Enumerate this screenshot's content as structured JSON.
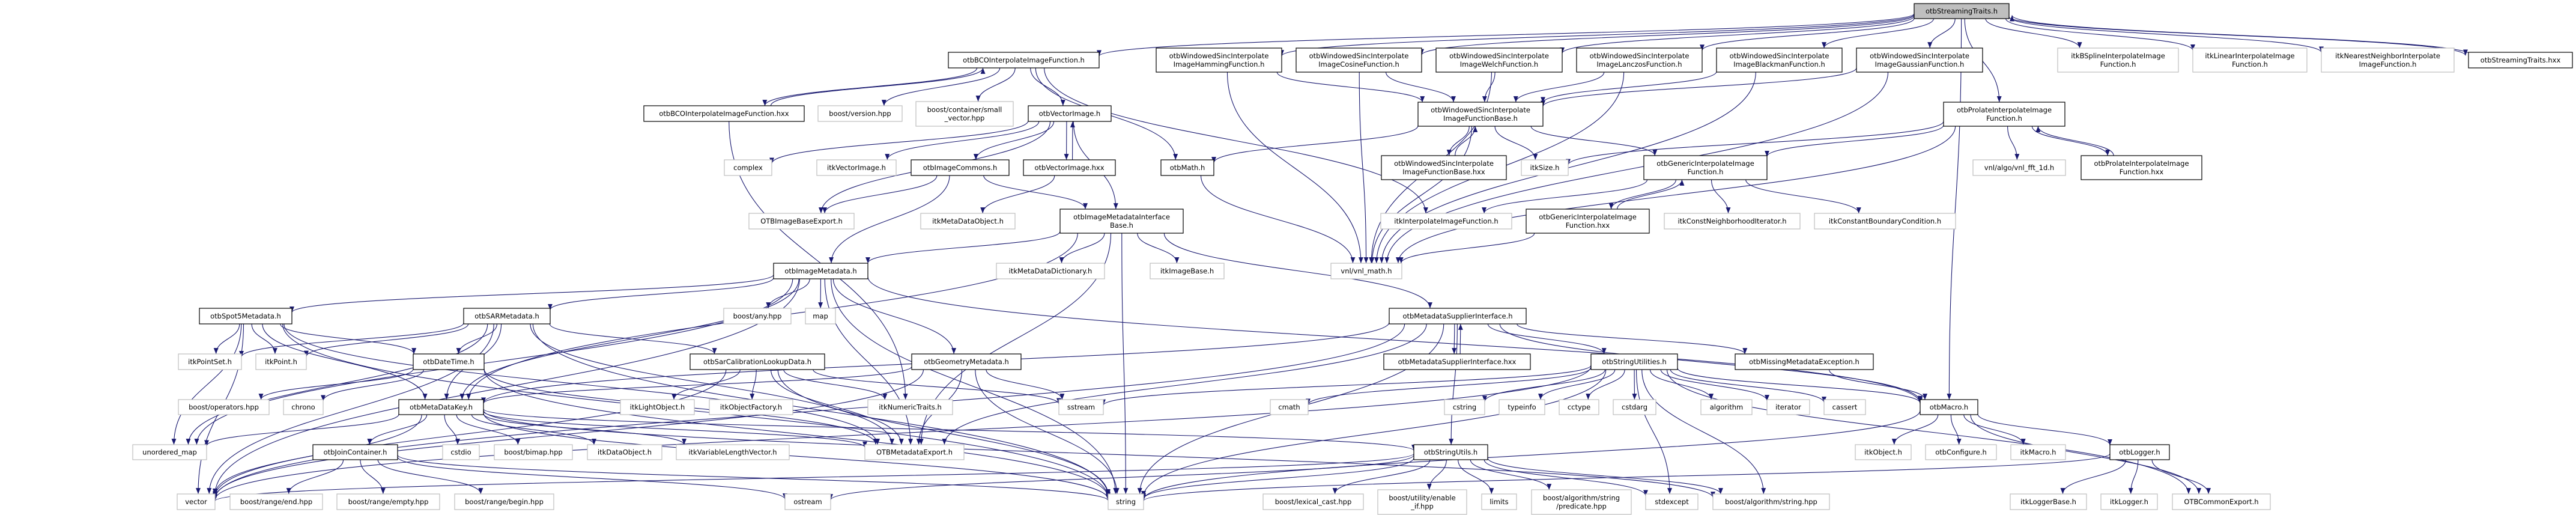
{
  "colors": {
    "edge": "#191970",
    "documented_border": "#000000",
    "external_border": "#bfbfbf",
    "root_fill": "#bfbfbf",
    "background": "#ffffff"
  },
  "nodes": [
    {
      "id": "root",
      "label": [
        "otbStreamingTraits.h"
      ],
      "kind": "root"
    },
    {
      "id": "sthxx",
      "label": [
        "otbStreamingTraits.hxx"
      ],
      "kind": "doc"
    },
    {
      "id": "bco",
      "label": [
        "otbBCOInterpolateImageFunction.h"
      ],
      "kind": "doc"
    },
    {
      "id": "bcohxx",
      "label": [
        "otbBCOInterpolateImageFunction.hxx"
      ],
      "kind": "doc"
    },
    {
      "id": "boostver",
      "label": [
        "boost/version.hpp"
      ],
      "kind": "ext"
    },
    {
      "id": "smallvec",
      "label": [
        "boost/container/small",
        "_vector.hpp"
      ],
      "kind": "ext"
    },
    {
      "id": "vecimg",
      "label": [
        "otbVectorImage.h"
      ],
      "kind": "doc"
    },
    {
      "id": "hamming",
      "label": [
        "otbWindowedSincInterpolate",
        "ImageHammingFunction.h"
      ],
      "kind": "doc"
    },
    {
      "id": "cosine",
      "label": [
        "otbWindowedSincInterpolate",
        "ImageCosineFunction.h"
      ],
      "kind": "doc"
    },
    {
      "id": "welch",
      "label": [
        "otbWindowedSincInterpolate",
        "ImageWelchFunction.h"
      ],
      "kind": "doc"
    },
    {
      "id": "lanczos",
      "label": [
        "otbWindowedSincInterpolate",
        "ImageLanczosFunction.h"
      ],
      "kind": "doc"
    },
    {
      "id": "blackman",
      "label": [
        "otbWindowedSincInterpolate",
        "ImageBlackmanFunction.h"
      ],
      "kind": "doc"
    },
    {
      "id": "gaussian",
      "label": [
        "otbWindowedSincInterpolate",
        "ImageGaussianFunction.h"
      ],
      "kind": "doc"
    },
    {
      "id": "bspline",
      "label": [
        "itkBSplineInterpolateImage",
        "Function.h"
      ],
      "kind": "ext"
    },
    {
      "id": "linear",
      "label": [
        "itkLinearInterpolateImage",
        "Function.h"
      ],
      "kind": "ext"
    },
    {
      "id": "nn",
      "label": [
        "itkNearestNeighborInterpolate",
        "ImageFunction.h"
      ],
      "kind": "ext"
    },
    {
      "id": "wsbase",
      "label": [
        "otbWindowedSincInterpolate",
        "ImageFunctionBase.h"
      ],
      "kind": "doc"
    },
    {
      "id": "prolate",
      "label": [
        "otbProlateInterpolateImage",
        "Function.h"
      ],
      "kind": "doc"
    },
    {
      "id": "complex",
      "label": [
        "complex"
      ],
      "kind": "ext"
    },
    {
      "id": "itkvecimg",
      "label": [
        "itkVectorImage.h"
      ],
      "kind": "ext"
    },
    {
      "id": "imgcommons",
      "label": [
        "otbImageCommons.h"
      ],
      "kind": "doc"
    },
    {
      "id": "vecimghxx",
      "label": [
        "otbVectorImage.hxx"
      ],
      "kind": "doc"
    },
    {
      "id": "math",
      "label": [
        "otbMath.h"
      ],
      "kind": "doc"
    },
    {
      "id": "wsbasehxx",
      "label": [
        "otbWindowedSincInterpolate",
        "ImageFunctionBase.hxx"
      ],
      "kind": "doc"
    },
    {
      "id": "itksize",
      "label": [
        "itkSize.h"
      ],
      "kind": "ext"
    },
    {
      "id": "generic",
      "label": [
        "otbGenericInterpolateImage",
        "Function.h"
      ],
      "kind": "doc"
    },
    {
      "id": "fft",
      "label": [
        "vnl/algo/vnl_fft_1d.h"
      ],
      "kind": "ext"
    },
    {
      "id": "prolatehxx",
      "label": [
        "otbProlateInterpolateImage",
        "Function.hxx"
      ],
      "kind": "doc"
    },
    {
      "id": "imgbaseexport",
      "label": [
        "OTBImageBaseExport.h"
      ],
      "kind": "ext"
    },
    {
      "id": "mdobj",
      "label": [
        "itkMetaDataObject.h"
      ],
      "kind": "ext"
    },
    {
      "id": "imdib",
      "label": [
        "otbImageMetadataInterface",
        "Base.h"
      ],
      "kind": "doc"
    },
    {
      "id": "itkinterp",
      "label": [
        "itkInterpolateImageFunction.h"
      ],
      "kind": "ext"
    },
    {
      "id": "generichxx",
      "label": [
        "otbGenericInterpolateImage",
        "Function.hxx"
      ],
      "kind": "doc"
    },
    {
      "id": "cni",
      "label": [
        "itkConstNeighborhoodIterator.h"
      ],
      "kind": "ext"
    },
    {
      "id": "cbc",
      "label": [
        "itkConstantBoundaryCondition.h"
      ],
      "kind": "ext"
    },
    {
      "id": "imgmd",
      "label": [
        "otbImageMetadata.h"
      ],
      "kind": "doc"
    },
    {
      "id": "mddict",
      "label": [
        "itkMetaDataDictionary.h"
      ],
      "kind": "ext"
    },
    {
      "id": "imgbase",
      "label": [
        "itkImageBase.h"
      ],
      "kind": "ext"
    },
    {
      "id": "vnlmath",
      "label": [
        "vnl/vnl_math.h"
      ],
      "kind": "ext"
    },
    {
      "id": "spot5",
      "label": [
        "otbSpot5Metadata.h"
      ],
      "kind": "doc"
    },
    {
      "id": "sar",
      "label": [
        "otbSARMetadata.h"
      ],
      "kind": "doc"
    },
    {
      "id": "boostany",
      "label": [
        "boost/any.hpp"
      ],
      "kind": "ext"
    },
    {
      "id": "map",
      "label": [
        "map"
      ],
      "kind": "ext"
    },
    {
      "id": "msi",
      "label": [
        "otbMetadataSupplierInterface.h"
      ],
      "kind": "doc"
    },
    {
      "id": "pointset",
      "label": [
        "itkPointSet.h"
      ],
      "kind": "ext"
    },
    {
      "id": "point",
      "label": [
        "itkPoint.h"
      ],
      "kind": "ext"
    },
    {
      "id": "datetime",
      "label": [
        "otbDateTime.h"
      ],
      "kind": "doc"
    },
    {
      "id": "sarcal",
      "label": [
        "otbSarCalibrationLookupData.h"
      ],
      "kind": "doc"
    },
    {
      "id": "geom",
      "label": [
        "otbGeometryMetadata.h"
      ],
      "kind": "doc"
    },
    {
      "id": "msihxx",
      "label": [
        "otbMetadataSupplierInterface.hxx"
      ],
      "kind": "doc"
    },
    {
      "id": "strutilities",
      "label": [
        "otbStringUtilities.h"
      ],
      "kind": "doc"
    },
    {
      "id": "missing",
      "label": [
        "otbMissingMetadataException.h"
      ],
      "kind": "doc"
    },
    {
      "id": "operators",
      "label": [
        "boost/operators.hpp"
      ],
      "kind": "ext"
    },
    {
      "id": "chrono",
      "label": [
        "chrono"
      ],
      "kind": "ext"
    },
    {
      "id": "mdk",
      "label": [
        "otbMetaDataKey.h"
      ],
      "kind": "doc"
    },
    {
      "id": "lightobj",
      "label": [
        "itkLightObject.h"
      ],
      "kind": "ext"
    },
    {
      "id": "objfactory",
      "label": [
        "itkObjectFactory.h"
      ],
      "kind": "ext"
    },
    {
      "id": "numtraits",
      "label": [
        "itkNumericTraits.h"
      ],
      "kind": "ext"
    },
    {
      "id": "sstream",
      "label": [
        "sstream"
      ],
      "kind": "ext"
    },
    {
      "id": "cmath",
      "label": [
        "cmath"
      ],
      "kind": "ext"
    },
    {
      "id": "cstring",
      "label": [
        "cstring"
      ],
      "kind": "ext"
    },
    {
      "id": "typeinfo",
      "label": [
        "typeinfo"
      ],
      "kind": "ext"
    },
    {
      "id": "cctype",
      "label": [
        "cctype"
      ],
      "kind": "ext"
    },
    {
      "id": "cstdarg",
      "label": [
        "cstdarg"
      ],
      "kind": "ext"
    },
    {
      "id": "algorithm",
      "label": [
        "algorithm"
      ],
      "kind": "ext"
    },
    {
      "id": "iterator",
      "label": [
        "iterator"
      ],
      "kind": "ext"
    },
    {
      "id": "cassert",
      "label": [
        "cassert"
      ],
      "kind": "ext"
    },
    {
      "id": "macro",
      "label": [
        "otbMacro.h"
      ],
      "kind": "doc"
    },
    {
      "id": "umap",
      "label": [
        "unordered_map"
      ],
      "kind": "ext"
    },
    {
      "id": "join",
      "label": [
        "otbJoinContainer.h"
      ],
      "kind": "doc"
    },
    {
      "id": "cstdio",
      "label": [
        "cstdio"
      ],
      "kind": "ext"
    },
    {
      "id": "bimap",
      "label": [
        "boost/bimap.hpp"
      ],
      "kind": "ext"
    },
    {
      "id": "dataobj",
      "label": [
        "itkDataObject.h"
      ],
      "kind": "ext"
    },
    {
      "id": "varlen",
      "label": [
        "itkVariableLengthVector.h"
      ],
      "kind": "ext"
    },
    {
      "id": "mdexport",
      "label": [
        "OTBMetadataExport.h"
      ],
      "kind": "ext"
    },
    {
      "id": "strutils",
      "label": [
        "otbStringUtils.h"
      ],
      "kind": "doc"
    },
    {
      "id": "itkobject",
      "label": [
        "itkObject.h"
      ],
      "kind": "ext"
    },
    {
      "id": "configure",
      "label": [
        "otbConfigure.h"
      ],
      "kind": "ext"
    },
    {
      "id": "itkmacro",
      "label": [
        "itkMacro.h"
      ],
      "kind": "ext"
    },
    {
      "id": "logger",
      "label": [
        "otbLogger.h"
      ],
      "kind": "doc"
    },
    {
      "id": "vector",
      "label": [
        "vector"
      ],
      "kind": "ext"
    },
    {
      "id": "rend",
      "label": [
        "boost/range/end.hpp"
      ],
      "kind": "ext"
    },
    {
      "id": "rempty",
      "label": [
        "boost/range/empty.hpp"
      ],
      "kind": "ext"
    },
    {
      "id": "rbegin",
      "label": [
        "boost/range/begin.hpp"
      ],
      "kind": "ext"
    },
    {
      "id": "ostream",
      "label": [
        "ostream"
      ],
      "kind": "ext"
    },
    {
      "id": "string",
      "label": [
        "string"
      ],
      "kind": "ext"
    },
    {
      "id": "lexcast",
      "label": [
        "boost/lexical_cast.hpp"
      ],
      "kind": "ext"
    },
    {
      "id": "enableif",
      "label": [
        "boost/utility/enable",
        "_if.hpp"
      ],
      "kind": "ext"
    },
    {
      "id": "limits",
      "label": [
        "limits"
      ],
      "kind": "ext"
    },
    {
      "id": "predicate",
      "label": [
        "boost/algorithm/string",
        "/predicate.hpp"
      ],
      "kind": "ext"
    },
    {
      "id": "stdexcept",
      "label": [
        "stdexcept"
      ],
      "kind": "ext"
    },
    {
      "id": "algostring",
      "label": [
        "boost/algorithm/string.hpp"
      ],
      "kind": "ext"
    },
    {
      "id": "loggerbase",
      "label": [
        "itkLoggerBase.h"
      ],
      "kind": "ext"
    },
    {
      "id": "itklogger",
      "label": [
        "itkLogger.h"
      ],
      "kind": "ext"
    },
    {
      "id": "commonexport",
      "label": [
        "OTBCommonExport.h"
      ],
      "kind": "ext"
    }
  ],
  "edges": [
    [
      "root",
      "bco"
    ],
    [
      "root",
      "hamming"
    ],
    [
      "root",
      "cosine"
    ],
    [
      "root",
      "welch"
    ],
    [
      "root",
      "lanczos"
    ],
    [
      "root",
      "blackman"
    ],
    [
      "root",
      "gaussian"
    ],
    [
      "root",
      "prolate"
    ],
    [
      "root",
      "bspline"
    ],
    [
      "root",
      "linear"
    ],
    [
      "root",
      "nn"
    ],
    [
      "root",
      "sthxx"
    ],
    [
      "root",
      "macro"
    ],
    [
      "sthxx",
      "root"
    ],
    [
      "bco",
      "bcohxx"
    ],
    [
      "bcohxx",
      "bco"
    ],
    [
      "bco",
      "boostver"
    ],
    [
      "bco",
      "smallvec"
    ],
    [
      "bco",
      "vecimg"
    ],
    [
      "bco",
      "math"
    ],
    [
      "bco",
      "itkinterp"
    ],
    [
      "bcohxx",
      "numtraits"
    ],
    [
      "vecimg",
      "complex"
    ],
    [
      "vecimg",
      "itkvecimg"
    ],
    [
      "vecimg",
      "imgcommons"
    ],
    [
      "vecimg",
      "vecimghxx"
    ],
    [
      "vecimghxx",
      "vecimg"
    ],
    [
      "vecimg",
      "imdib"
    ],
    [
      "vecimg",
      "imgbaseexport"
    ],
    [
      "vecimghxx",
      "mdobj"
    ],
    [
      "imgcommons",
      "imgbaseexport"
    ],
    [
      "imgcommons",
      "imgmd"
    ],
    [
      "imgcommons",
      "imdib"
    ],
    [
      "math",
      "vnlmath"
    ],
    [
      "hamming",
      "wsbase"
    ],
    [
      "hamming",
      "vnlmath"
    ],
    [
      "cosine",
      "wsbase"
    ],
    [
      "cosine",
      "vnlmath"
    ],
    [
      "welch",
      "wsbase"
    ],
    [
      "welch",
      "vnlmath"
    ],
    [
      "lanczos",
      "wsbase"
    ],
    [
      "lanczos",
      "vnlmath"
    ],
    [
      "blackman",
      "wsbase"
    ],
    [
      "blackman",
      "vnlmath"
    ],
    [
      "gaussian",
      "wsbase"
    ],
    [
      "gaussian",
      "vnlmath"
    ],
    [
      "wsbase",
      "wsbasehxx"
    ],
    [
      "wsbasehxx",
      "wsbase"
    ],
    [
      "wsbase",
      "itksize"
    ],
    [
      "wsbase",
      "generic"
    ],
    [
      "wsbase",
      "math"
    ],
    [
      "wsbase",
      "vnlmath"
    ],
    [
      "generic",
      "generichxx"
    ],
    [
      "generichxx",
      "generic"
    ],
    [
      "generic",
      "itkinterp"
    ],
    [
      "generic",
      "cni"
    ],
    [
      "generic",
      "cbc"
    ],
    [
      "generichxx",
      "vnlmath"
    ],
    [
      "prolate",
      "generic"
    ],
    [
      "prolate",
      "prolatehxx"
    ],
    [
      "prolatehxx",
      "prolate"
    ],
    [
      "prolate",
      "fft"
    ],
    [
      "prolate",
      "itksize"
    ],
    [
      "prolate",
      "vnlmath"
    ],
    [
      "imdib",
      "imgmd"
    ],
    [
      "imdib",
      "mddict"
    ],
    [
      "imdib",
      "imgbase"
    ],
    [
      "imdib",
      "msi"
    ],
    [
      "imdib",
      "mdexport"
    ],
    [
      "imdib",
      "string"
    ],
    [
      "imdib",
      "mdk"
    ],
    [
      "imgmd",
      "boostany"
    ],
    [
      "imgmd",
      "map"
    ],
    [
      "imgmd",
      "geom"
    ],
    [
      "imgmd",
      "spot5"
    ],
    [
      "imgmd",
      "sar"
    ],
    [
      "imgmd",
      "mdk"
    ],
    [
      "imgmd",
      "vector"
    ],
    [
      "imgmd",
      "umap"
    ],
    [
      "imgmd",
      "string"
    ],
    [
      "imgmd",
      "mdexport"
    ],
    [
      "imgmd",
      "macro"
    ],
    [
      "spot5",
      "pointset"
    ],
    [
      "spot5",
      "point"
    ],
    [
      "spot5",
      "datetime"
    ],
    [
      "spot5",
      "mdk"
    ],
    [
      "spot5",
      "mdexport"
    ],
    [
      "spot5",
      "vector"
    ],
    [
      "spot5",
      "umap"
    ],
    [
      "spot5",
      "string"
    ],
    [
      "sar",
      "pointset"
    ],
    [
      "sar",
      "point"
    ],
    [
      "sar",
      "datetime"
    ],
    [
      "sar",
      "mdk"
    ],
    [
      "sar",
      "sarcal"
    ],
    [
      "sar",
      "vector"
    ],
    [
      "sar",
      "umap"
    ],
    [
      "sar",
      "string"
    ],
    [
      "sar",
      "mdexport"
    ],
    [
      "datetime",
      "operators"
    ],
    [
      "datetime",
      "chrono"
    ],
    [
      "datetime",
      "mdexport"
    ],
    [
      "datetime",
      "string"
    ],
    [
      "mdk",
      "umap"
    ],
    [
      "mdk",
      "vector"
    ],
    [
      "mdk",
      "join"
    ],
    [
      "mdk",
      "cstdio"
    ],
    [
      "mdk",
      "bimap"
    ],
    [
      "mdk",
      "dataobj"
    ],
    [
      "mdk",
      "varlen"
    ],
    [
      "mdk",
      "mdexport"
    ],
    [
      "mdk",
      "string"
    ],
    [
      "mdk",
      "strutils"
    ],
    [
      "mdk",
      "algostring"
    ],
    [
      "join",
      "rend"
    ],
    [
      "join",
      "rempty"
    ],
    [
      "join",
      "rbegin"
    ],
    [
      "join",
      "string"
    ],
    [
      "join",
      "ostream"
    ],
    [
      "sarcal",
      "lightobj"
    ],
    [
      "sarcal",
      "objfactory"
    ],
    [
      "sarcal",
      "numtraits"
    ],
    [
      "sarcal",
      "mdexport"
    ],
    [
      "sarcal",
      "string"
    ],
    [
      "sarcal",
      "sstream"
    ],
    [
      "sarcal",
      "vector"
    ],
    [
      "geom",
      "sstream"
    ],
    [
      "geom",
      "mdexport"
    ],
    [
      "geom",
      "string"
    ],
    [
      "geom",
      "mdk"
    ],
    [
      "geom",
      "vector"
    ],
    [
      "msi",
      "msihxx"
    ],
    [
      "msihxx",
      "msi"
    ],
    [
      "msi",
      "strutilities"
    ],
    [
      "msi",
      "missing"
    ],
    [
      "msi",
      "mdk"
    ],
    [
      "msi",
      "mdexport"
    ],
    [
      "msi",
      "string"
    ],
    [
      "msi",
      "vector"
    ],
    [
      "msi",
      "strutils"
    ],
    [
      "msi",
      "macro"
    ],
    [
      "strutilities",
      "cmath"
    ],
    [
      "strutilities",
      "cstring"
    ],
    [
      "strutilities",
      "typeinfo"
    ],
    [
      "strutilities",
      "cctype"
    ],
    [
      "strutilities",
      "cstdarg"
    ],
    [
      "strutilities",
      "algorithm"
    ],
    [
      "strutilities",
      "iterator"
    ],
    [
      "strutilities",
      "cassert"
    ],
    [
      "strutilities",
      "macro"
    ],
    [
      "strutilities",
      "sstream"
    ],
    [
      "strutilities",
      "string"
    ],
    [
      "strutilities",
      "stdexcept"
    ],
    [
      "strutilities",
      "vector"
    ],
    [
      "strutilities",
      "algostring"
    ],
    [
      "strutilities",
      "commonexport"
    ],
    [
      "missing",
      "macro"
    ],
    [
      "strutils",
      "lexcast"
    ],
    [
      "strutils",
      "enableif"
    ],
    [
      "strutils",
      "limits"
    ],
    [
      "strutils",
      "predicate"
    ],
    [
      "strutils",
      "stdexcept"
    ],
    [
      "strutils",
      "algostring"
    ],
    [
      "strutils",
      "string"
    ],
    [
      "strutils",
      "vector"
    ],
    [
      "strutils",
      "ostream"
    ],
    [
      "macro",
      "itkobject"
    ],
    [
      "macro",
      "configure"
    ],
    [
      "macro",
      "itkmacro"
    ],
    [
      "macro",
      "logger"
    ],
    [
      "macro",
      "commonexport"
    ],
    [
      "macro",
      "string"
    ],
    [
      "logger",
      "loggerbase"
    ],
    [
      "logger",
      "itklogger"
    ],
    [
      "logger",
      "commonexport"
    ],
    [
      "logger",
      "string"
    ]
  ]
}
